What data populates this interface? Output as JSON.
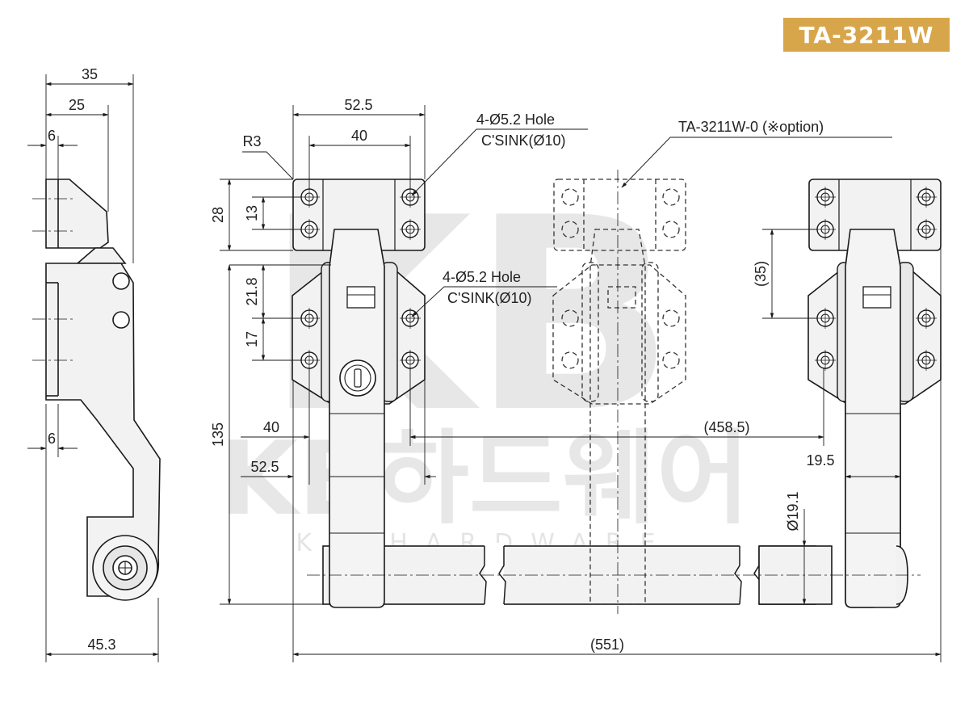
{
  "model_code": "TA-3211W",
  "option_label": "TA-3211W-0 (※option)",
  "watermark": {
    "brand": "KB하드웨어",
    "brand_en": "KB HARDWARE",
    "logo": "KB"
  },
  "holes": {
    "upper_line1": "4-Ø5.2 Hole",
    "upper_line2": "C'SINK(Ø10)",
    "lower_line1": "4-Ø5.2 Hole",
    "lower_line2": "C'SINK(Ø10)"
  },
  "dims": {
    "side_width_top": "35",
    "side_width_25": "25",
    "side_offset_6_top": "6",
    "side_offset_6_bottom": "6",
    "side_width_bottom": "45.3",
    "bracket_width": "52.5",
    "hole_pitch": "40",
    "radius": "R3",
    "bracket_height": "28",
    "hole_pitch_v": "13",
    "plate_21_8": "21.8",
    "plate_17": "17",
    "total_height": "135",
    "plate_40": "40",
    "plate_52_5": "52.5",
    "span_458_5": "(458.5)",
    "span_19_5": "19.5",
    "span_35": "(35)",
    "bar_dia": "Ø19.1",
    "total_length": "(551)"
  },
  "colors": {
    "badge": "#d8a64a",
    "line": "#1a1a1a",
    "fill": "#f2f2f2"
  }
}
